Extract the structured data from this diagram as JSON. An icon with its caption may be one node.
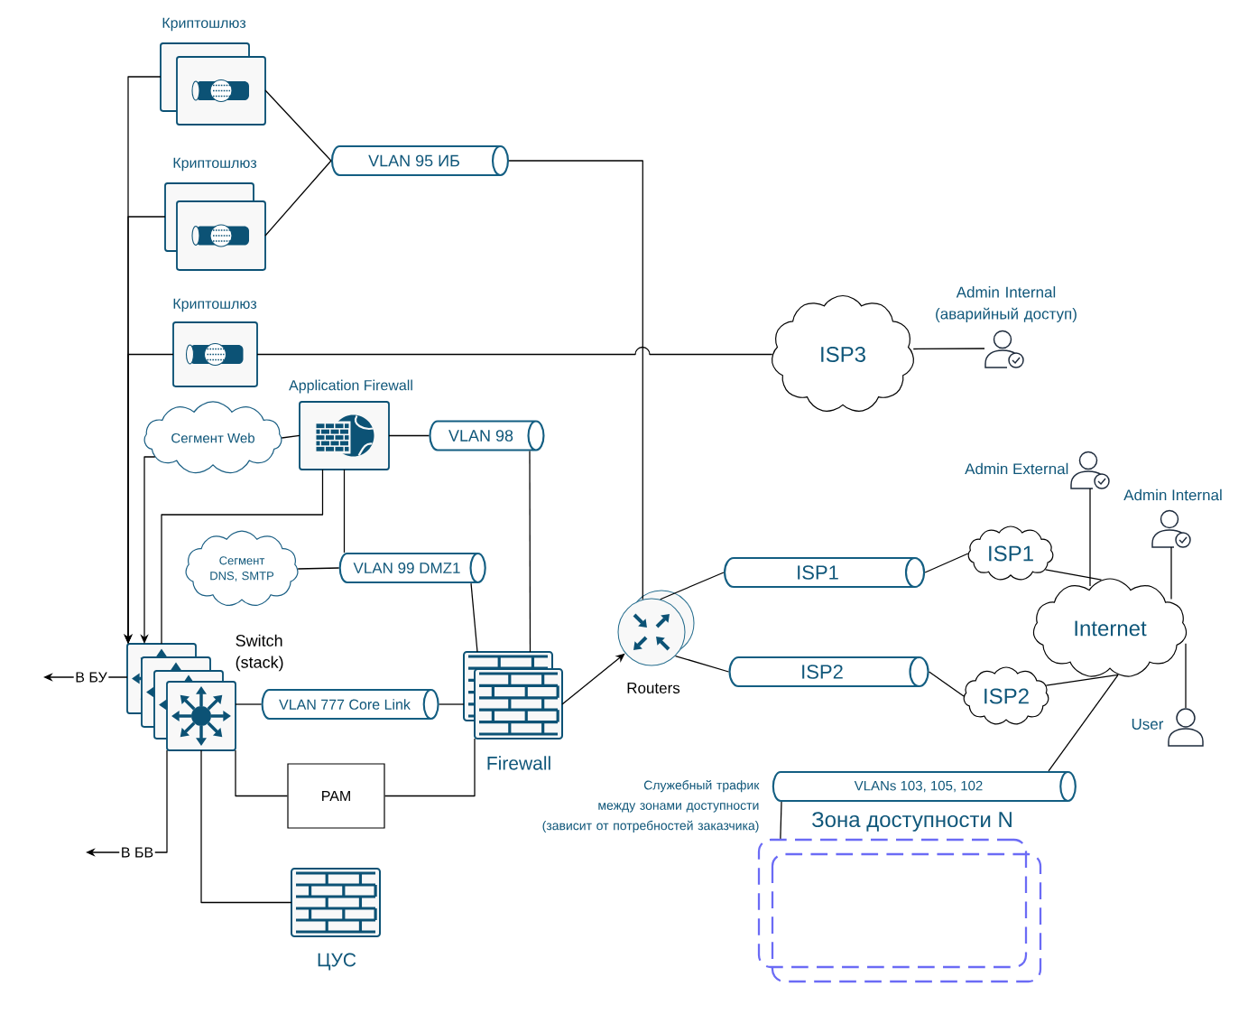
{
  "diagram": {
    "nodes": [
      {
        "text": [
          "Криптошлюз"
        ]
      },
      {
        "text": [
          "Криптошлюз"
        ]
      },
      {
        "text": [
          "Криптошлюз"
        ]
      },
      {
        "text": [
          "VLAN 95 ИБ"
        ]
      },
      {
        "text": [
          "ISP3"
        ]
      },
      {
        "text": [
          "Admin Internal (аварийный доступ)"
        ]
      },
      {
        "text": [
          "Application Firewall"
        ]
      },
      {
        "text": [
          "Сегмент Web"
        ]
      },
      {
        "text": [
          "VLAN 98"
        ]
      },
      {
        "text": [
          "Сегмент DNS, SMTP"
        ]
      },
      {
        "text": [
          "VLAN 99 DMZ1"
        ]
      },
      {
        "text": [
          "Switch (stack)"
        ]
      },
      {
        "text": [
          "VLAN 777 Core Link"
        ]
      },
      {
        "text": [
          "Firewall"
        ]
      },
      {
        "text": [
          "PAM"
        ]
      },
      {
        "text": [
          "ЦУС"
        ]
      },
      {
        "text": [
          "Routers"
        ]
      },
      {
        "text": [
          "ISP1"
        ]
      },
      {
        "text": [
          "ISP2"
        ]
      },
      {
        "text": [
          "ISP1"
        ]
      },
      {
        "text": [
          "ISP2"
        ]
      },
      {
        "text": [
          "Internet"
        ]
      },
      {
        "text": [
          "Admin External"
        ]
      },
      {
        "text": [
          "Admin Internal"
        ]
      },
      {
        "text": [
          "User"
        ]
      },
      {
        "text": [
          "VLANs 103, 105, 102"
        ],
        "beside": [
          "Служебный трафик между зонами доступности (зависит от потребностей заказчика)"
        ]
      },
      {
        "text": [
          "Зона доступности N"
        ]
      }
    ],
    "edges": [
      {
        "from": 0,
        "to": 3,
        "arrow": "none"
      },
      {
        "from": 1,
        "to": 3,
        "arrow": "none"
      },
      {
        "from": 3,
        "to": 16,
        "arrow": "none"
      },
      {
        "from": 2,
        "to": 4,
        "arrow": "none"
      },
      {
        "from": 4,
        "to": 5,
        "arrow": "none"
      },
      {
        "from": 0,
        "to": 11,
        "arrow": "to"
      },
      {
        "from": 1,
        "to": 11,
        "arrow": "to"
      },
      {
        "from": 2,
        "to": 11,
        "arrow": "to"
      },
      {
        "from": 7,
        "to": 11,
        "arrow": "to"
      },
      {
        "from": 6,
        "to": 11,
        "arrow": "none"
      },
      {
        "from": 6,
        "to": 7,
        "arrow": "none"
      },
      {
        "from": 6,
        "to": 8,
        "arrow": "none"
      },
      {
        "from": 6,
        "to": 10,
        "arrow": "none"
      },
      {
        "from": 9,
        "to": 10,
        "arrow": "none"
      },
      {
        "from": 8,
        "to": 13,
        "arrow": "none"
      },
      {
        "from": 10,
        "to": 13,
        "arrow": "none"
      },
      {
        "from": 11,
        "to": 12,
        "arrow": "none"
      },
      {
        "from": 12,
        "to": 13,
        "arrow": "none"
      },
      {
        "from": 13,
        "to": 16,
        "arrow": "to"
      },
      {
        "from": 11,
        "to": 14,
        "arrow": "none"
      },
      {
        "from": 14,
        "to": 13,
        "arrow": "none"
      },
      {
        "from": 11,
        "to": 15,
        "arrow": "none"
      },
      {
        "from": 16,
        "to": 17,
        "arrow": "none"
      },
      {
        "from": 16,
        "to": 18,
        "arrow": "none"
      },
      {
        "from": 17,
        "to": 19,
        "arrow": "none"
      },
      {
        "from": 18,
        "to": 20,
        "arrow": "none"
      },
      {
        "from": 19,
        "to": 21,
        "arrow": "none"
      },
      {
        "from": 20,
        "to": 21,
        "arrow": "none"
      },
      {
        "from": 22,
        "to": 21,
        "arrow": "none"
      },
      {
        "from": 23,
        "to": 21,
        "arrow": "none"
      },
      {
        "from": 24,
        "to": 21,
        "arrow": "none"
      },
      {
        "from": 21,
        "to": 25,
        "arrow": "none"
      },
      {
        "from": 25,
        "to": 26,
        "arrow": "none"
      },
      {
        "from": 11,
        "to": null,
        "arrow": "to",
        "label": "В БУ"
      },
      {
        "from": 11,
        "to": null,
        "arrow": "to",
        "label": "В БВ"
      }
    ]
  }
}
